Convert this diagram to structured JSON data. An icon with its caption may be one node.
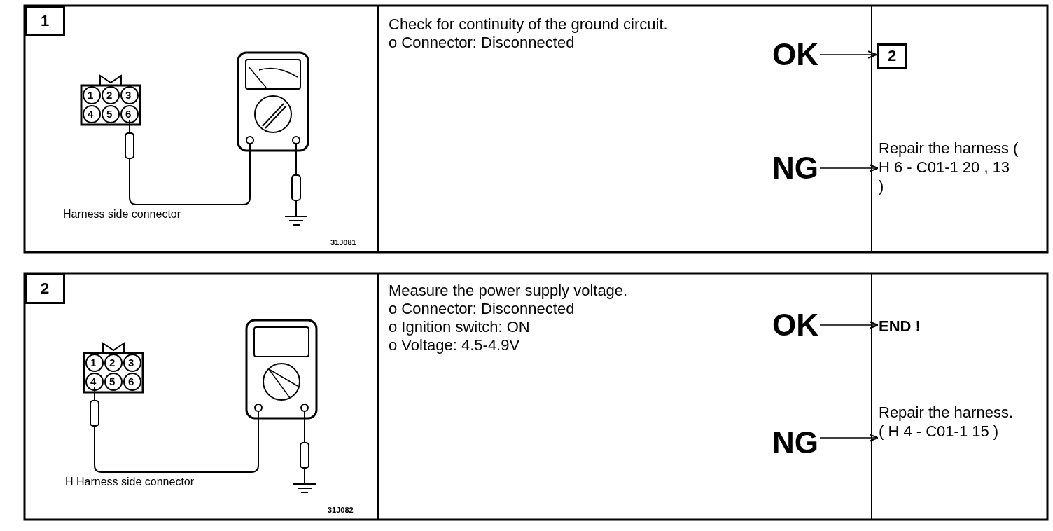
{
  "diagram": {
    "nodes": [
      {
        "text": [
          "1"
        ]
      },
      {
        "text": [
          "Check for continuity of the ground circuit.",
          "o Connector: Disconnected"
        ]
      },
      {
        "text": [
          "OK"
        ]
      },
      {
        "text": [
          "NG"
        ]
      },
      {
        "text": [
          "2"
        ]
      },
      {
        "text": [
          "Repair the harness ( H 6 - C01-1 20 , 13 )"
        ]
      },
      {
        "text": [
          "2"
        ]
      },
      {
        "text": [
          "Measure the power supply voltage.",
          "o Connector: Disconnected",
          "o Ignition switch: ON",
          "o Voltage: 4.5-4.9V"
        ]
      },
      {
        "text": [
          "OK"
        ]
      },
      {
        "text": [
          "NG"
        ]
      },
      {
        "text": [
          "END !"
        ]
      },
      {
        "text": [
          "Repair the harness. ( H 4 - C01-1 15 )"
        ]
      }
    ],
    "edges": [
      {
        "from": 2,
        "to": 4,
        "arrow": "to"
      },
      {
        "from": 3,
        "to": 5,
        "arrow": "to"
      },
      {
        "from": 8,
        "to": 10,
        "arrow": "to"
      },
      {
        "from": 9,
        "to": 11,
        "arrow": "to"
      }
    ],
    "labels": [
      "1",
      "2",
      "3",
      "4",
      "5",
      "6",
      "Harness side connector",
      "31J081",
      "1",
      "2",
      "3",
      "4",
      "5",
      "6",
      "H Harness side connector",
      "31J082"
    ]
  }
}
